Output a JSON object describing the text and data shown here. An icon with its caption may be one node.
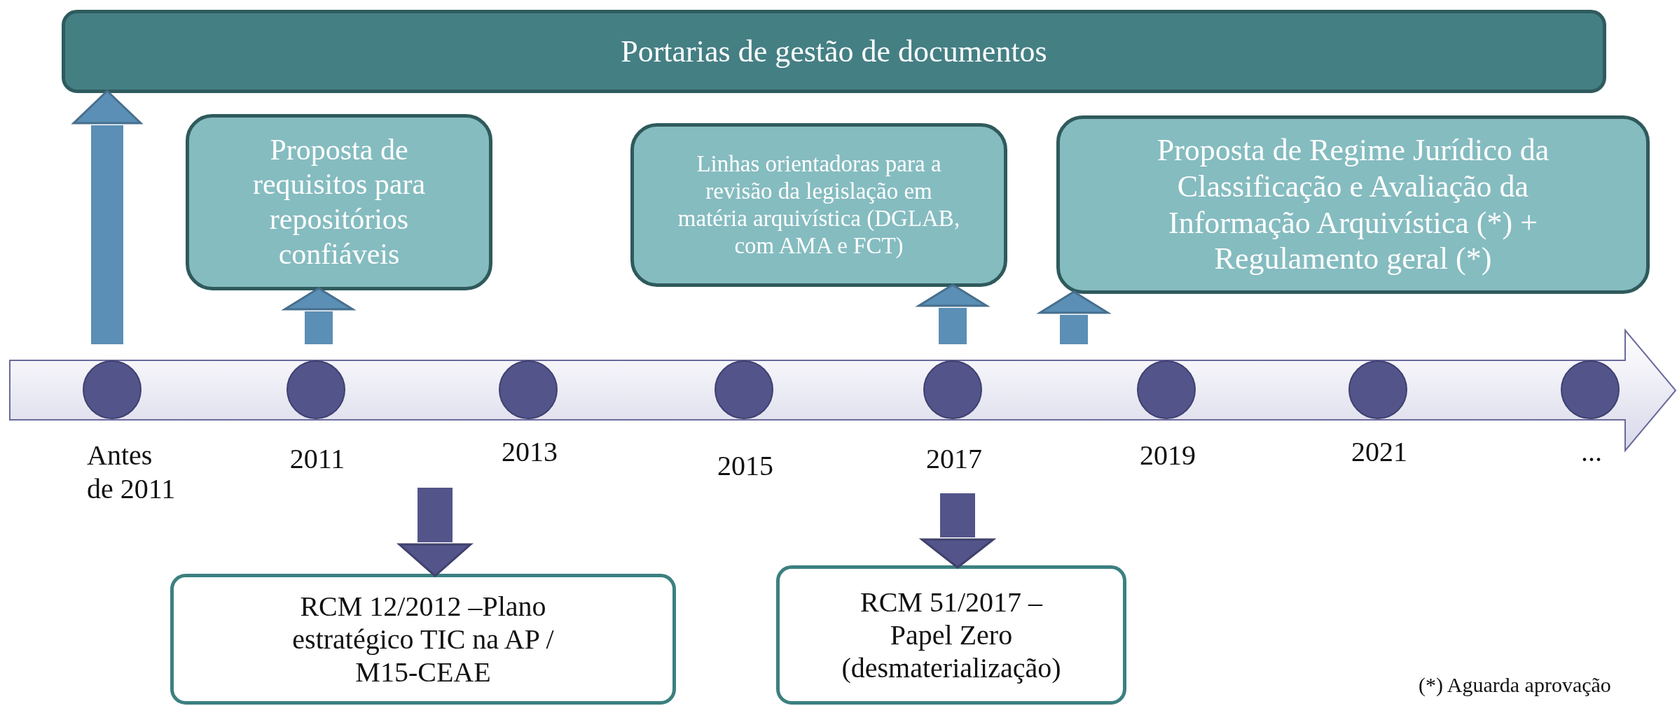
{
  "diagram": {
    "nodes": [
      {
        "text": [
          "Portarias de gestão de documentos"
        ]
      },
      {
        "text": [
          "Proposta de requisitos para repositórios confiáveis"
        ]
      },
      {
        "text": [
          "Linhas orientadoras para a revisão da legislação em matéria arquivística (DGLAB, com AMA e FCT)"
        ]
      },
      {
        "text": [
          "Proposta de Regime Jurídico da Classificação e Avaliação da Informação Arquivística (*) + Regulamento geral (*)"
        ]
      },
      {
        "text": [],
        "shape": "arrow"
      },
      {
        "text": [],
        "shape": "circle",
        "in": 4,
        "beside": [
          "Antes de 2011"
        ]
      },
      {
        "text": [],
        "shape": "circle",
        "in": 4,
        "beside": [
          "2011"
        ]
      },
      {
        "text": [],
        "shape": "circle",
        "in": 4,
        "beside": [
          "2013"
        ]
      },
      {
        "text": [],
        "shape": "circle",
        "in": 4,
        "beside": [
          "2015"
        ]
      },
      {
        "text": [],
        "shape": "circle",
        "in": 4,
        "beside": [
          "2017"
        ]
      },
      {
        "text": [],
        "shape": "circle",
        "in": 4,
        "beside": [
          "2019"
        ]
      },
      {
        "text": [],
        "shape": "circle",
        "in": 4,
        "beside": [
          "2021"
        ]
      },
      {
        "text": [],
        "shape": "circle",
        "in": 4,
        "beside": [
          "..."
        ]
      },
      {
        "text": [
          "RCM 12/2012 –Plano estratégico TIC na AP / M15-CEAE"
        ]
      },
      {
        "text": [
          "RCM 51/2017 – Papel Zero (desmaterialização)"
        ]
      }
    ],
    "edges": [
      {
        "from": 4,
        "to": 0,
        "arrow": "to"
      },
      {
        "from": 4,
        "to": 1,
        "arrow": "to"
      },
      {
        "from": 4,
        "to": 2,
        "arrow": "to"
      },
      {
        "from": 4,
        "to": 3,
        "arrow": "to"
      },
      {
        "from": null,
        "to": 13,
        "arrow": "to",
        "color": "#53548a"
      },
      {
        "from": null,
        "to": 14,
        "arrow": "to",
        "color": "#53548a"
      }
    ],
    "labels": [
      "(*) Aguarda aprovação"
    ]
  }
}
